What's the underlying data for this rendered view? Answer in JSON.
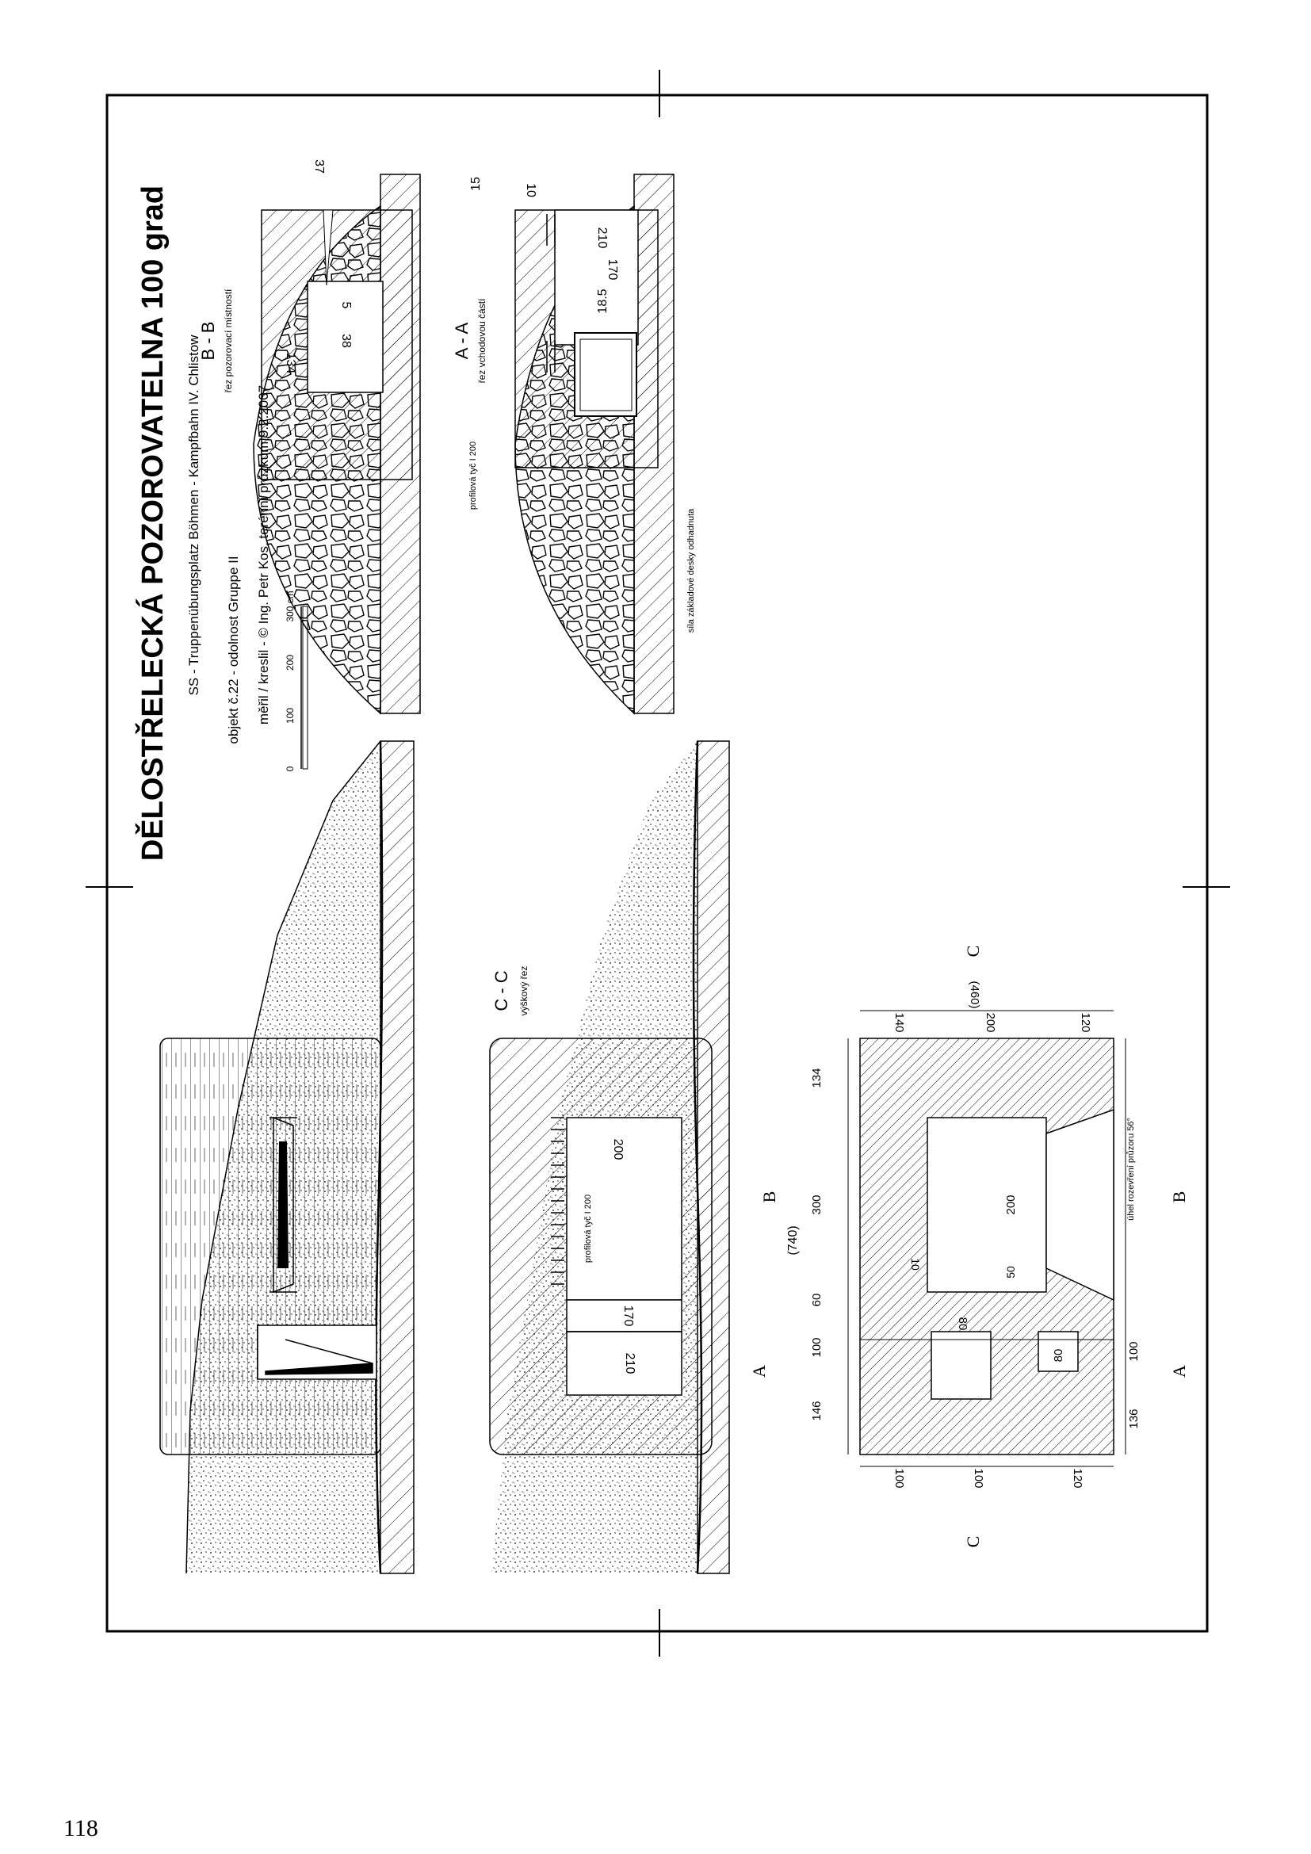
{
  "title": "DĚLOSTŘELECKÁ POZOROVATELNA 100 grad",
  "info": {
    "line1": "SS - Truppenübungsplatz Böhmen - Kampfbahn IV. Chlistow",
    "line2": "objekt č.22 - odolnost Gruppe II",
    "line3": "měřil / kreslil - © Ing. Petr Kos, terénní průzkum 9.2.2007"
  },
  "scale": {
    "ticks": [
      "0",
      "100",
      "200",
      "300 cm"
    ]
  },
  "sections": {
    "bb": {
      "label": "B - B",
      "sub": "řez pozorovací místností",
      "dims": [
        "37",
        "5",
        "38",
        "134"
      ]
    },
    "aa": {
      "label": "A - A",
      "sub": "řez vchodovou částí",
      "dims": [
        "15",
        "10",
        "210",
        "170",
        "18.5"
      ],
      "note_beam": "profilová tyč I 200",
      "note_slab": "síla základové desky odhadnuta"
    },
    "cc": {
      "label": "C - C",
      "sub": "výškový řez",
      "dims": [
        "200",
        "170",
        "210"
      ],
      "note_beam": "profilová tyč I 200"
    }
  },
  "plan": {
    "total_w": "(740)",
    "top_dims": [
      "146",
      "100",
      "60",
      "300",
      "134"
    ],
    "bottom_dims": [
      "136",
      "100",
      "80",
      "200",
      "50",
      "10"
    ],
    "right_dims": [
      "140",
      "200",
      "120"
    ],
    "right_total": "(460)",
    "left_dims": [
      "100",
      "100",
      "120"
    ],
    "inner_dims": [
      "80",
      "80",
      "100"
    ],
    "note_angle": "úhel rozevření průzoru 56°",
    "markers": [
      "A",
      "A",
      "B",
      "B",
      "C",
      "C"
    ]
  },
  "page_number": "118"
}
